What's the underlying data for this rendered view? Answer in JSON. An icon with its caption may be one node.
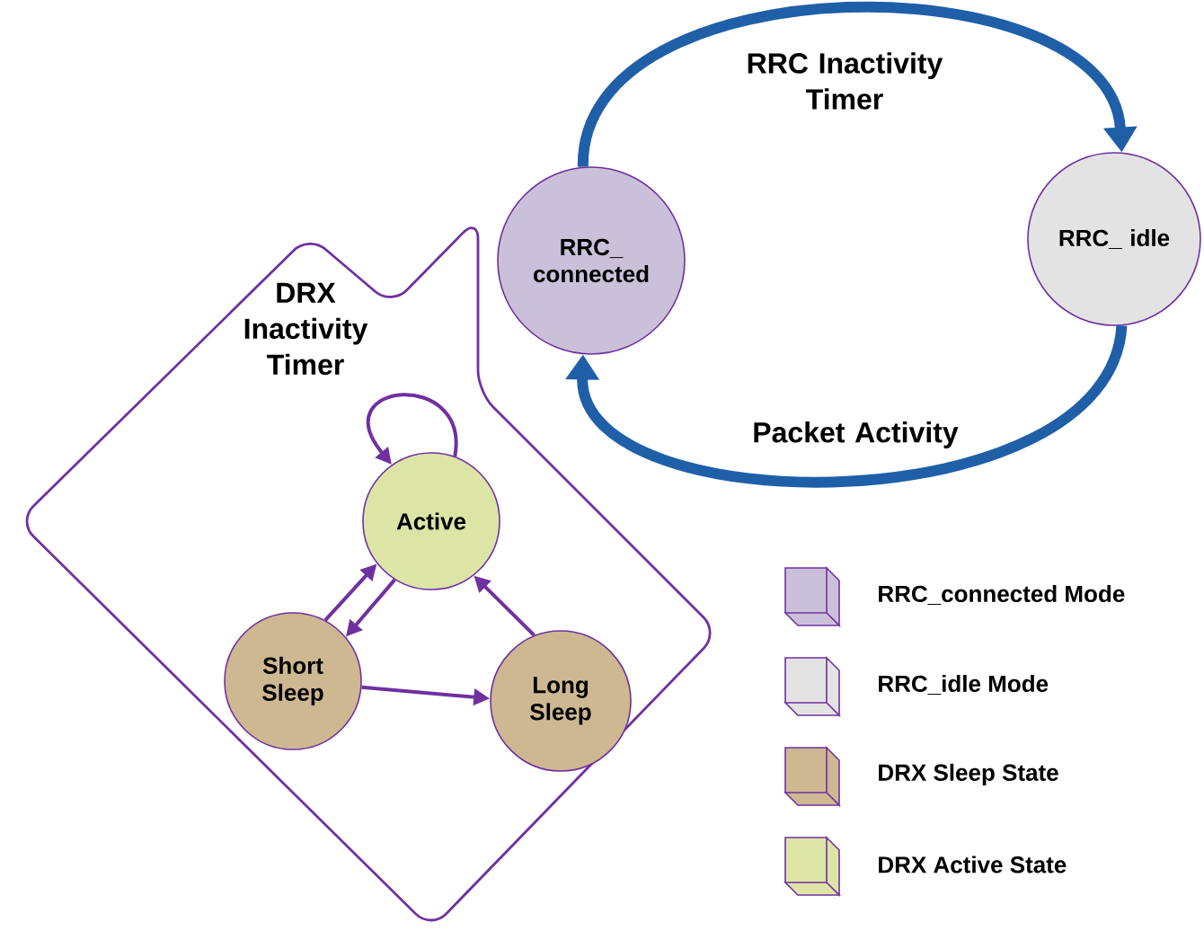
{
  "diagram": {
    "nodes": [
      {
        "text": [
          "RRC_ connected"
        ]
      },
      {
        "text": [
          "RRC_ idle"
        ]
      },
      {
        "text": [],
        "shape": "callout"
      },
      {
        "text": [
          "Active"
        ],
        "in": 2
      },
      {
        "text": [
          "Short Sleep"
        ],
        "in": 2
      },
      {
        "text": [
          "Long Sleep"
        ],
        "in": 2
      }
    ],
    "edges": [
      {
        "from": 0,
        "to": 1,
        "arrow": "to",
        "label": "RRC Inactivity Timer",
        "style": "thick",
        "color": "#1f5fa8"
      },
      {
        "from": 1,
        "to": 0,
        "arrow": "to",
        "label": "Packet Activity",
        "style": "thick",
        "color": "#1f5fa8"
      },
      {
        "from": 3,
        "to": 3,
        "arrow": "to",
        "label": "DRX Inactivity Timer"
      },
      {
        "from": 4,
        "to": 3,
        "arrow": "to"
      },
      {
        "from": 3,
        "to": 4,
        "arrow": "to"
      },
      {
        "from": 4,
        "to": 5,
        "arrow": "to"
      },
      {
        "from": 5,
        "to": 3,
        "arrow": "to"
      }
    ],
    "legend": [
      {
        "text": "RRC_connected Mode",
        "color": "#cbc0da"
      },
      {
        "text": "RRC_idle Mode",
        "color": "#e3e3e3"
      },
      {
        "text": "DRX Sleep State",
        "color": "#cdb892"
      },
      {
        "text": "DRX Active State",
        "color": "#dde5a6"
      }
    ]
  }
}
